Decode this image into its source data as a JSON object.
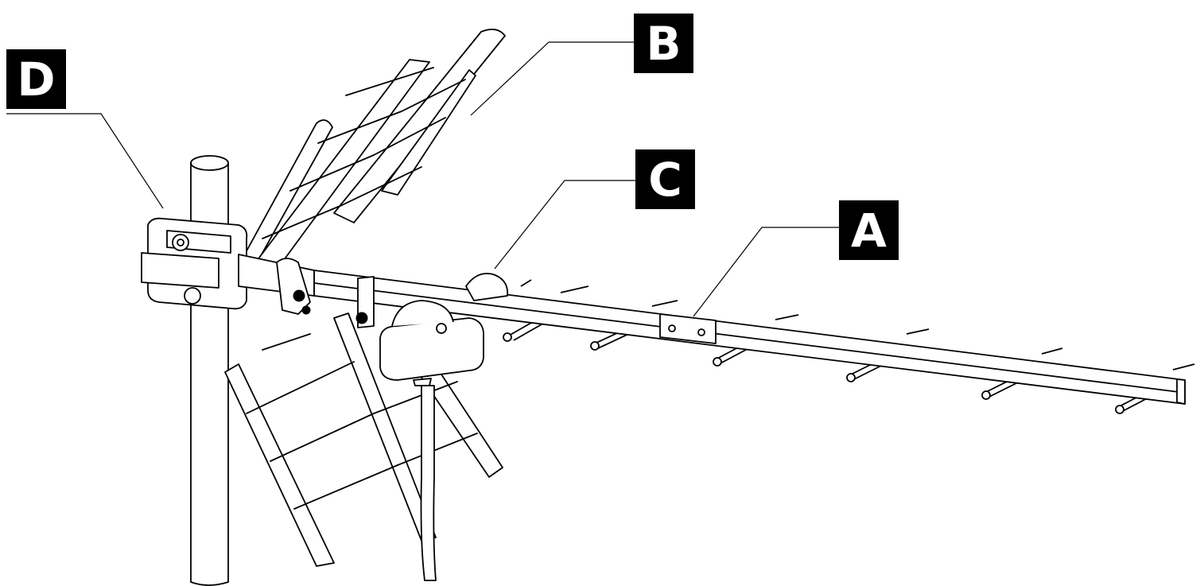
{
  "callouts": [
    {
      "id": "A",
      "label": "A"
    },
    {
      "id": "B",
      "label": "B"
    },
    {
      "id": "C",
      "label": "C"
    },
    {
      "id": "D",
      "label": "D"
    }
  ],
  "colors": {
    "ink": "#000000",
    "background": "#ffffff",
    "callout_text": "#ffffff"
  }
}
